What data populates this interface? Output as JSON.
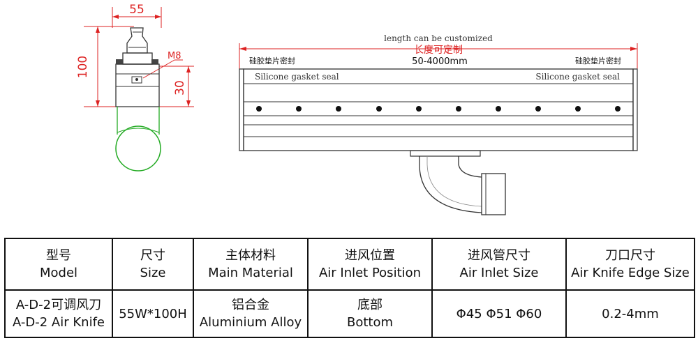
{
  "side_view": {
    "width_dim": "55",
    "height_dim": "100",
    "lower_dim": "30",
    "thread_label": "M8"
  },
  "front_view": {
    "top_note": "length can be customized",
    "length_cn": "长度可定制",
    "length_range": "50-4000mm",
    "left_seal_cn": "硅胶垫片密封",
    "right_seal_cn": "硅胶垫片密封",
    "left_seal_en": "Silicone gasket seal",
    "right_seal_en": "Silicone gasket seal"
  },
  "table": {
    "headers": [
      {
        "cn": "型号",
        "en": "Model"
      },
      {
        "cn": "尺寸",
        "en": "Size"
      },
      {
        "cn": "主体材料",
        "en": "Main Material"
      },
      {
        "cn": "进风位置",
        "en": "Air Inlet Position"
      },
      {
        "cn": "进风管尺寸",
        "en": "Air Inlet Size"
      },
      {
        "cn": "刀口尺寸",
        "en": "Air Knife Edge Size"
      }
    ],
    "row": {
      "model_cn": "A-D-2可调风刀",
      "model_en": "A-D-2 Air Knife",
      "size": "55W*100H",
      "material_cn": "铝合金",
      "material_en": "Aluminium Alloy",
      "inlet_position_cn": "底部",
      "inlet_position_en": "Bottom",
      "inlet_size": "Φ45 Φ51 Φ60",
      "edge_size": "0.2-4mm"
    }
  }
}
